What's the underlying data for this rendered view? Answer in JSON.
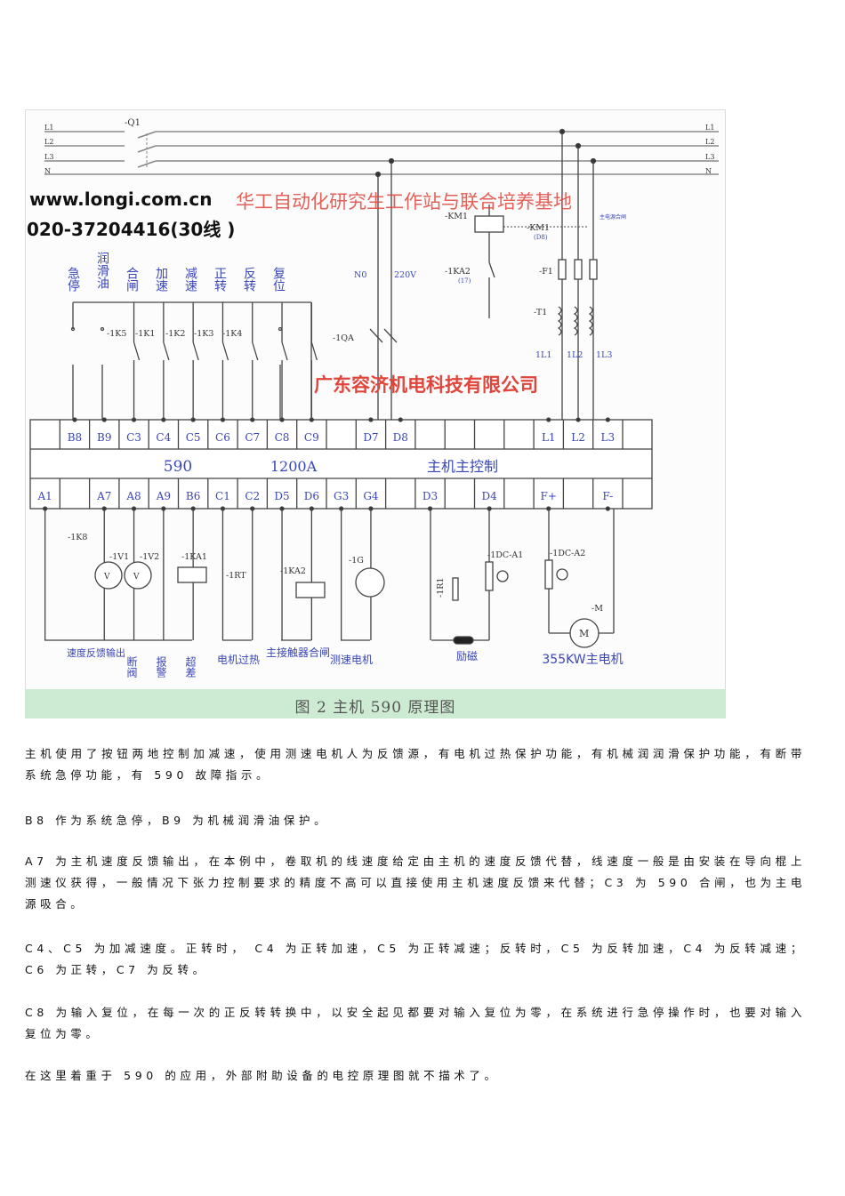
{
  "figure": {
    "caption": "图 2  主机 590 原理图",
    "watermarks": {
      "website": "www.longi.com.cn",
      "phone": "020-37204416(30线 )",
      "institute": "华工自动化研究生工作站与联合培养基地",
      "company": "广东容济机电科技有限公司"
    },
    "bus_labels_left": [
      "L1",
      "L2",
      "L3",
      "N"
    ],
    "bus_labels_right": [
      "L1",
      "L2",
      "L3",
      "N"
    ],
    "components": {
      "q1": "-Q1",
      "km1_coil": "-KM1",
      "km1_contact": "-KM1",
      "km1_ref": "(D8)",
      "main_contactor_note": "主电源合闸",
      "ka2": "-1KA2",
      "ka2_ref": "(17)",
      "f1": "-F1",
      "t1": "-T1",
      "n0": "N0",
      "v220": "220V",
      "qa": "-1QA",
      "k5": "-1K5",
      "k1": "-1K1",
      "k2": "-1K2",
      "k3": "-1K3",
      "k4": "-1K4",
      "k8": "-1K8",
      "v1": "-1V1",
      "v2": "-1V2",
      "ka1": "-1KA1",
      "rt": "-1RT",
      "ka2b": "-1KA2",
      "g": "-1G",
      "r1": "-1R1",
      "dca1": "-1DC-A1",
      "dca2": "-1DC-A2",
      "m": "-M",
      "l_out": [
        "1L1",
        "1L2",
        "1L3"
      ]
    },
    "input_labels": [
      "急停",
      "润滑油",
      "合闸",
      "加速",
      "减速",
      "正转",
      "反转",
      "复位"
    ],
    "top_terminals": [
      "",
      "B8",
      "B9",
      "C3",
      "C4",
      "C5",
      "C6",
      "C7",
      "C8",
      "C9",
      "",
      "D7",
      "D8",
      "",
      "",
      "",
      "",
      "L1",
      "L2",
      "L3",
      ""
    ],
    "bottom_terminals": [
      "A1",
      "",
      "A7",
      "A8",
      "A9",
      "B6",
      "C1",
      "C2",
      "D5",
      "D6",
      "G3",
      "G4",
      "",
      "D3",
      "",
      "D4",
      "",
      "F+",
      "",
      "F-",
      ""
    ],
    "drive": {
      "model": "590",
      "rating": "1200A",
      "name": "主机主控制"
    },
    "output_labels": [
      "速度反馈输出",
      "断阀",
      "报警",
      "超差",
      "电机过热",
      "主接触器合闸",
      "测速电机",
      "励磁",
      "355KW主电机"
    ]
  },
  "paragraphs": [
    "主机使用了按钮两地控制加减速，使用测速电机人为反馈源，有电机过热保护功能，有机械润润滑保护功能，有断带系统急停功能，有 590 故障指示。",
    "B8 作为系统急停，B9 为机械润滑油保护。",
    "A7 为主机速度反馈输出，在本例中，卷取机的线速度给定由主机的速度反馈代替，线速度一般是由安装在导向棍上测速仪获得，一般情况下张力控制要求的精度不高可以直接使用主机速度反馈来代替；C3 为 590 合闸，也为主电源吸合。",
    "C4、C5 为加减速度。正转时， C4 为正转加速，C5 为正转减速；反转时，C5 为反转加速，C4 为反转减速；C6 为正转，C7 为反转。",
    "C8 为输入复位，在每一次的正反转转换中，以安全起见都要对输入复位为零，在系统进行急停操作时，也要对输入复位为零。",
    "在这里着重于 590 的应用，外部附助设备的电控原理图就不描术了。"
  ],
  "colors": {
    "blue_label": "#3a46b8",
    "red_watermark": "#e0453c",
    "caption_band": "#cdebd2",
    "line": "#444444"
  }
}
